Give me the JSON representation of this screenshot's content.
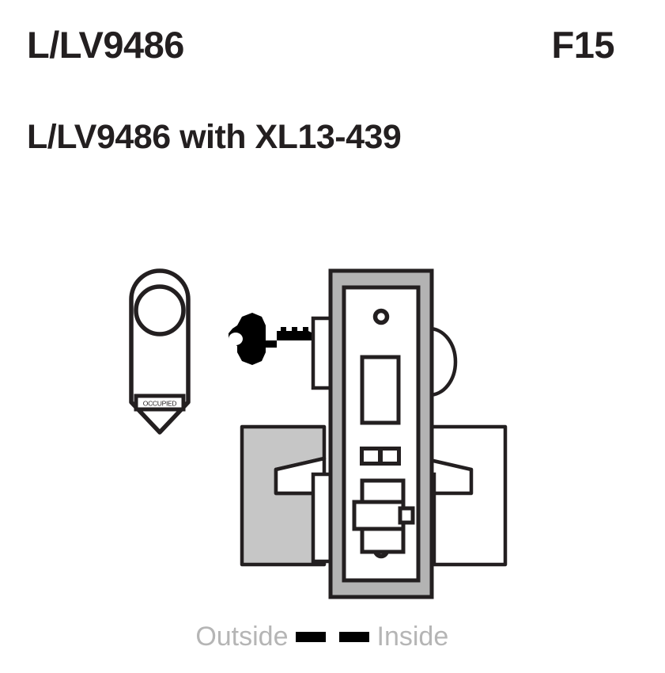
{
  "header": {
    "model_code": "L/LV9486",
    "function_code": "F15",
    "subtitle": "L/LV9486 with XL13-439"
  },
  "diagram": {
    "title": "Mortise lock exploded elevation",
    "tag": {
      "name": "door hanger tag",
      "label_text": "OCCUPIED"
    },
    "key": {
      "name": "key",
      "teeth_count": 4
    },
    "lock": {
      "faceplate_color": "#b3b3b3",
      "inner_plate_color": "#ffffff",
      "outline_color": "#231f20",
      "screw_hole_count": 2,
      "components": [
        "cylinder-opening",
        "indicator-window",
        "deadbolt",
        "latch"
      ]
    },
    "levers": {
      "outside_fill": "#c6c6c6",
      "inside_fill": "#ffffff"
    },
    "thumbturn": {
      "name": "inside thumbturn",
      "shape": "semicircle"
    }
  },
  "caption": {
    "outside_label": "Outside",
    "inside_label": "Inside",
    "dash_color": "#000000",
    "text_color": "#b5b5b5"
  }
}
